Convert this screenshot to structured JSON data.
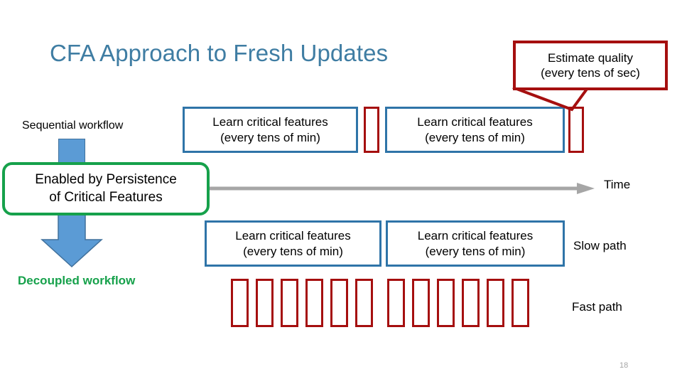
{
  "slide": {
    "title": "CFA Approach to Fresh Updates",
    "page_number": "18",
    "title_color": "#3f7da3",
    "blue_color": "#2f74a8",
    "red_color": "#a50f0f",
    "green_color": "#16a14b",
    "arrow_color": "#5b9bd5",
    "time_arrow_color": "#a6a6a6"
  },
  "callout": {
    "line1": "Estimate quality",
    "line2": "(every tens of sec)"
  },
  "labels": {
    "sequential_workflow": "Sequential workflow",
    "decoupled_workflow": "Decoupled workflow",
    "time": "Time",
    "slow_path": "Slow path",
    "fast_path": "Fast path"
  },
  "green_box": {
    "line1": "Enabled by Persistence",
    "line2": "of Critical Features"
  },
  "top_row": {
    "boxes": [
      {
        "line1": "Learn critical features",
        "line2": "(every tens of min)"
      },
      {
        "line1": "Learn critical features",
        "line2": "(every tens of min)"
      }
    ],
    "markers": [
      "estimate-marker-1",
      "estimate-marker-2"
    ]
  },
  "slow_path_row": {
    "boxes": [
      {
        "line1": "Learn critical features",
        "line2": "(every tens of min)"
      },
      {
        "line1": "Learn critical features",
        "line2": "(every tens of min)"
      }
    ]
  },
  "fast_path_row": {
    "tick_count": 12,
    "tick_lefts": [
      325,
      360,
      395,
      430,
      465,
      500,
      545,
      580,
      615,
      650,
      685,
      720
    ]
  }
}
